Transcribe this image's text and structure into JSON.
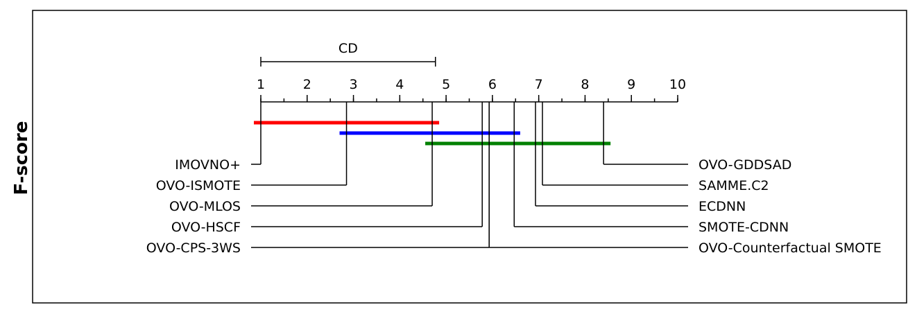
{
  "chart_data": {
    "type": "critical-difference",
    "ylabel": "F-score",
    "cd_label": "CD",
    "cd_value": 3.77,
    "axis": {
      "min": 1,
      "max": 10,
      "major_ticks": [
        1,
        2,
        3,
        4,
        5,
        6,
        7,
        8,
        9,
        10
      ],
      "minor_step": 0.5
    },
    "methods_left": [
      {
        "name": "IMOVNO+",
        "rank": 1.0
      },
      {
        "name": "OVO-ISMOTE",
        "rank": 2.85
      },
      {
        "name": "OVO-MLOS",
        "rank": 4.7
      },
      {
        "name": "OVO-HSCF",
        "rank": 5.78
      },
      {
        "name": "OVO-CPS-3WS",
        "rank": 5.93
      }
    ],
    "methods_right": [
      {
        "name": "OVO-GDDSAD",
        "rank": 8.4
      },
      {
        "name": "SAMME.C2",
        "rank": 7.08
      },
      {
        "name": "ECDNN",
        "rank": 6.93
      },
      {
        "name": "SMOTE-CDNN",
        "rank": 6.47
      },
      {
        "name": "OVO-Counterfactual SMOTE",
        "rank": 5.93
      }
    ],
    "cliques": [
      {
        "from": 0.85,
        "to": 4.85,
        "color": "#ff0000"
      },
      {
        "from": 2.7,
        "to": 6.6,
        "color": "#0000ff"
      },
      {
        "from": 4.55,
        "to": 8.55,
        "color": "#008000"
      }
    ]
  }
}
